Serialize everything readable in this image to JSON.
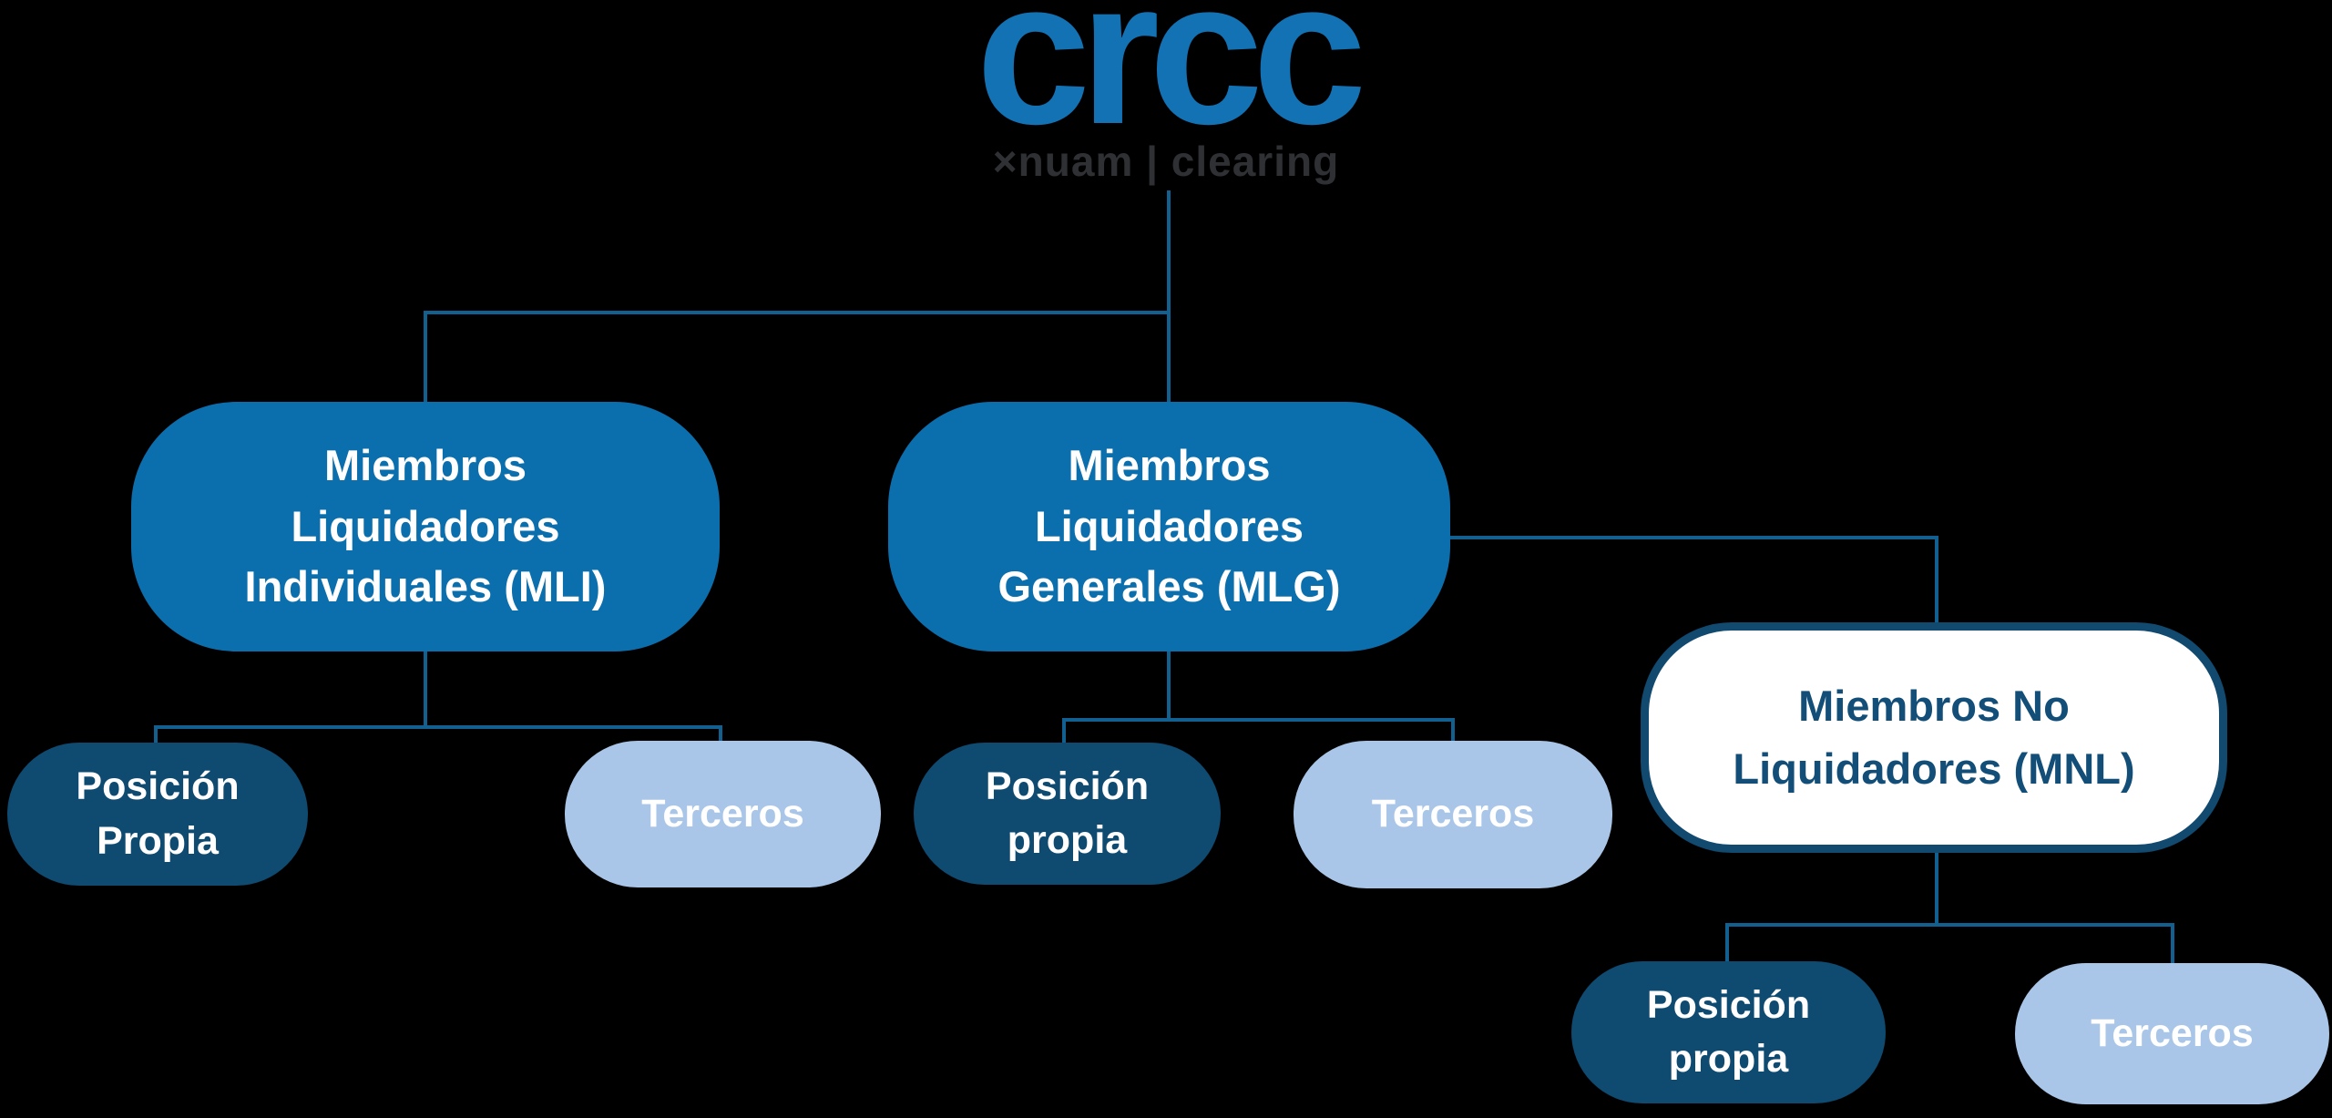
{
  "colors": {
    "background": "#000000",
    "primary_blue": "#0C6FAD",
    "dark_navy": "#0F4A70",
    "light_blue": "#A9C6E8",
    "connector": "#11608F",
    "mnl_border": "#11496F",
    "mnl_text": "#124E77",
    "logo_blue": "#1272B4",
    "subtitle_gray": "#2E3034",
    "box_text": "#FFFFFF"
  },
  "logo": {
    "brand": "crcc",
    "subtitle": "×nuam | clearing"
  },
  "nodes": {
    "mli": {
      "label": "Miembros\nLiquidadores\nIndividuales (MLI)"
    },
    "mlg": {
      "label": "Miembros\nLiquidadores\nGenerales (MLG)"
    },
    "mnl": {
      "label": "Miembros No\nLiquidadores (MNL)"
    },
    "mli_children": [
      {
        "label": "Posición\nPropia"
      },
      {
        "label": "Terceros"
      }
    ],
    "mlg_children": [
      {
        "label": "Posición\npropia"
      },
      {
        "label": "Terceros"
      }
    ],
    "mnl_children": [
      {
        "label": "Posición\npropia"
      },
      {
        "label": "Terceros"
      }
    ]
  }
}
